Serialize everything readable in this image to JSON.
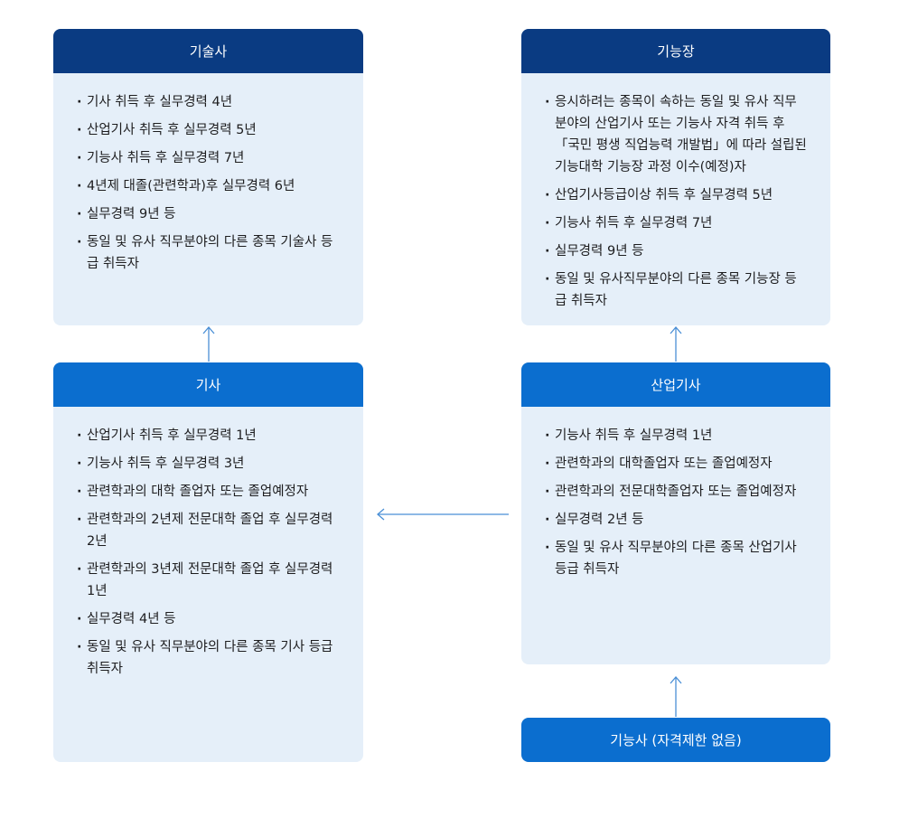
{
  "cards": {
    "gisulsa": {
      "title": "기술사",
      "items": [
        "기사 취득 후 실무경력 4년",
        "산업기사 취득 후 실무경력 5년",
        "기능사 취득 후 실무경력 7년",
        "4년제 대졸(관련학과)후 실무경력 6년",
        "실무경력 9년 등",
        "동일 및 유사 직무분야의 다른 종목 기술사 등급 취득자"
      ]
    },
    "gineungjang": {
      "title": "기능장",
      "items": [
        "응시하려는 종목이 속하는 동일 및 유사 직무분야의 산업기사 또는 기능사 자격 취득 후 「국민 평생 직업능력 개발법」에 따라 설립된 기능대학 기능장 과정 이수(예정)자",
        "산업기사등급이상 취득 후 실무경력 5년",
        "기능사 취득 후 실무경력 7년",
        "실무경력 9년 등",
        "동일 및 유사직무분야의 다른 종목 기능장 등급 취득자"
      ]
    },
    "gisa": {
      "title": "기사",
      "items": [
        "산업기사 취득 후 실무경력 1년",
        "기능사 취득 후 실무경력 3년",
        "관련학과의 대학 졸업자 또는 졸업예정자",
        "관련학과의 2년제 전문대학 졸업 후 실무경력 2년",
        "관련학과의 3년제 전문대학 졸업 후 실무경력 1년",
        "실무경력 4년 등",
        "동일 및 유사 직무분야의 다른 종목 기사 등급 취득자"
      ]
    },
    "saneopgisa": {
      "title": "산업기사",
      "items": [
        "기능사 취득 후 실무경력 1년",
        "관련학과의 대학졸업자 또는 졸업예정자",
        "관련학과의 전문대학졸업자 또는 졸업예정자",
        "실무경력 2년 등",
        "동일 및 유사 직무분야의 다른 종목 산업기사 등급 취득자"
      ]
    }
  },
  "gineungsa": {
    "label": "기능사 (자격제한 없음)"
  },
  "colors": {
    "dark_header": "#0a3b82",
    "blue_header": "#0b6ecf",
    "card_bg": "#e5eff9",
    "arrow": "#4a8fd6"
  }
}
